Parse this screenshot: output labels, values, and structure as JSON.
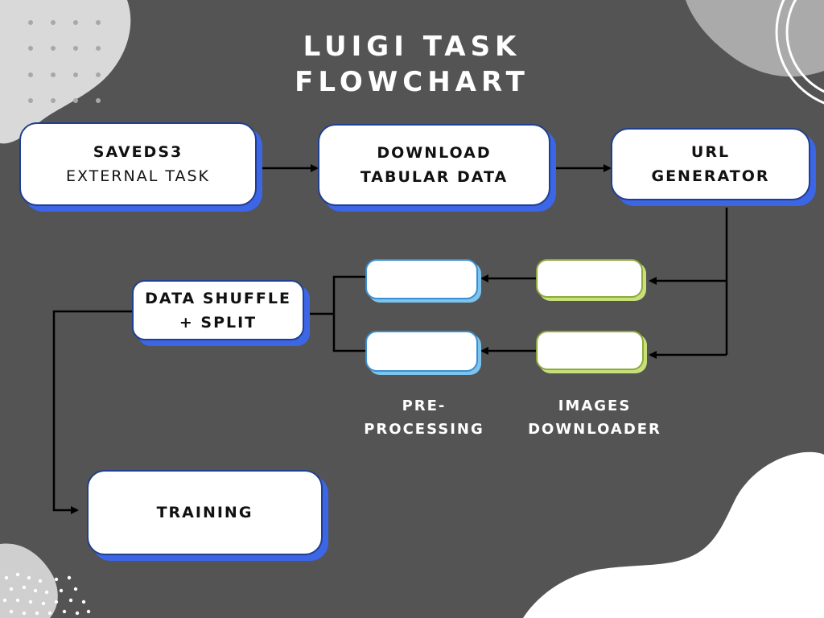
{
  "title": {
    "line1": "LUIGI TASK",
    "line2": "FLOWCHART"
  },
  "nodes": {
    "saveds3": {
      "line1": "SAVEDS3",
      "line2": "EXTERNAL TASK"
    },
    "download": {
      "line1": "DOWNLOAD",
      "line2": "TABULAR DATA"
    },
    "url_generator": {
      "line1": "URL",
      "line2": "GENERATOR"
    },
    "data_shuffle": {
      "line1": "DATA SHUFFLE",
      "line2": "+ SPLIT"
    },
    "training": {
      "label": "TRAINING"
    }
  },
  "captions": {
    "preprocessing": {
      "line1": "PRE-",
      "line2": "PROCESSING"
    },
    "images_downloader": {
      "line1": "IMAGES",
      "line2": "DOWNLOADER"
    }
  },
  "colors": {
    "background": "#545454",
    "node_fill": "#ffffff",
    "node_shadow": "#3d66e6",
    "preprocessing_shadow": "#7cc3ee",
    "downloader_shadow": "#c8e07a",
    "connector": "#000000",
    "text_light": "#ffffff"
  }
}
